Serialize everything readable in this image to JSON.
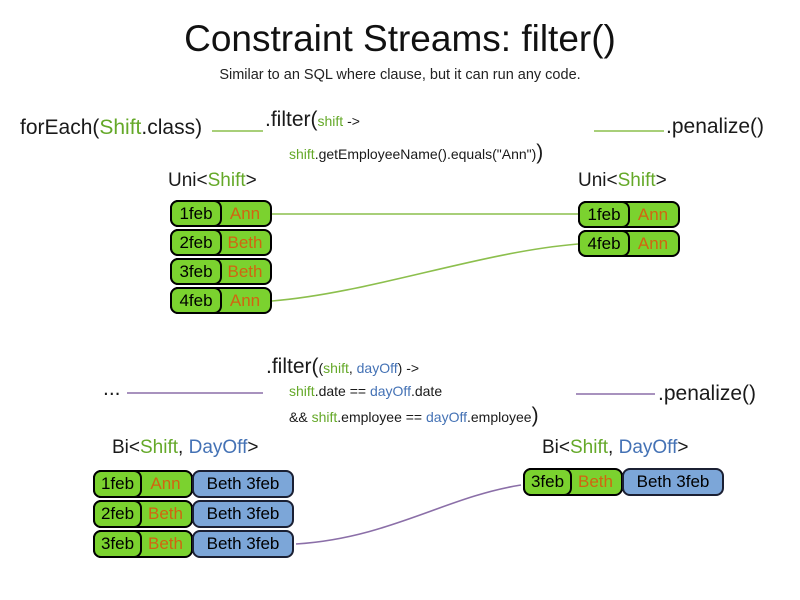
{
  "title": "Constraint Streams: filter()",
  "subtitle": "Similar to an SQL where clause, but it can run any code.",
  "flow1": {
    "foreach": {
      "open": "forEach(",
      "type": "Shift",
      "close": ".class)"
    },
    "filter": {
      "head": ".filter(",
      "param": "shift",
      "arrow": " ->",
      "body_var": "shift",
      "body_rest": ".getEmployeeName().equals(\"Ann\")",
      "close": ")"
    },
    "penalize": ".penalize()"
  },
  "uni_label": {
    "open": "Uni<",
    "type": "Shift",
    "close": ">"
  },
  "top_left_table": {
    "rows": [
      {
        "date": "1feb",
        "employee": "Ann"
      },
      {
        "date": "2feb",
        "employee": "Beth"
      },
      {
        "date": "3feb",
        "employee": "Beth"
      },
      {
        "date": "4feb",
        "employee": "Ann"
      }
    ]
  },
  "top_right_table": {
    "rows": [
      {
        "date": "1feb",
        "employee": "Ann"
      },
      {
        "date": "4feb",
        "employee": "Ann"
      }
    ]
  },
  "flow2": {
    "ellipsis": "...",
    "filter": {
      "head": ".filter(",
      "p_open": "(",
      "p1": "shift",
      "comma": ", ",
      "p2": "dayOff",
      "p_close": ")",
      "arrow": " ->",
      "l2_var1": "shift",
      "l2_mid": ".date == ",
      "l2_var2": "dayOff",
      "l2_end": ".date",
      "l3_and": "&& ",
      "l3_var1": "shift",
      "l3_mid": ".employee == ",
      "l3_var2": "dayOff",
      "l3_end": ".employee",
      "close": ")"
    },
    "penalize": ".penalize()"
  },
  "bi_label": {
    "open": "Bi<",
    "type1": "Shift",
    "comma": ", ",
    "type2": "DayOff",
    "close": ">"
  },
  "bottom_left_table": {
    "rows": [
      {
        "date": "1feb",
        "employee": "Ann",
        "pair": "Beth 3feb"
      },
      {
        "date": "2feb",
        "employee": "Beth",
        "pair": "Beth 3feb"
      },
      {
        "date": "3feb",
        "employee": "Beth",
        "pair": "Beth 3feb"
      }
    ]
  },
  "bottom_right_table": {
    "rows": [
      {
        "date": "3feb",
        "employee": "Beth",
        "pair": "Beth 3feb"
      }
    ]
  },
  "colors": {
    "green_text": "#65a929",
    "blue_text": "#4472b5",
    "orange_text": "#d16511",
    "cell_green": "#7bd22f",
    "cell_blue": "#7ca6d8",
    "line_green": "#8cbf4d",
    "line_purple": "#8b6fa8"
  }
}
